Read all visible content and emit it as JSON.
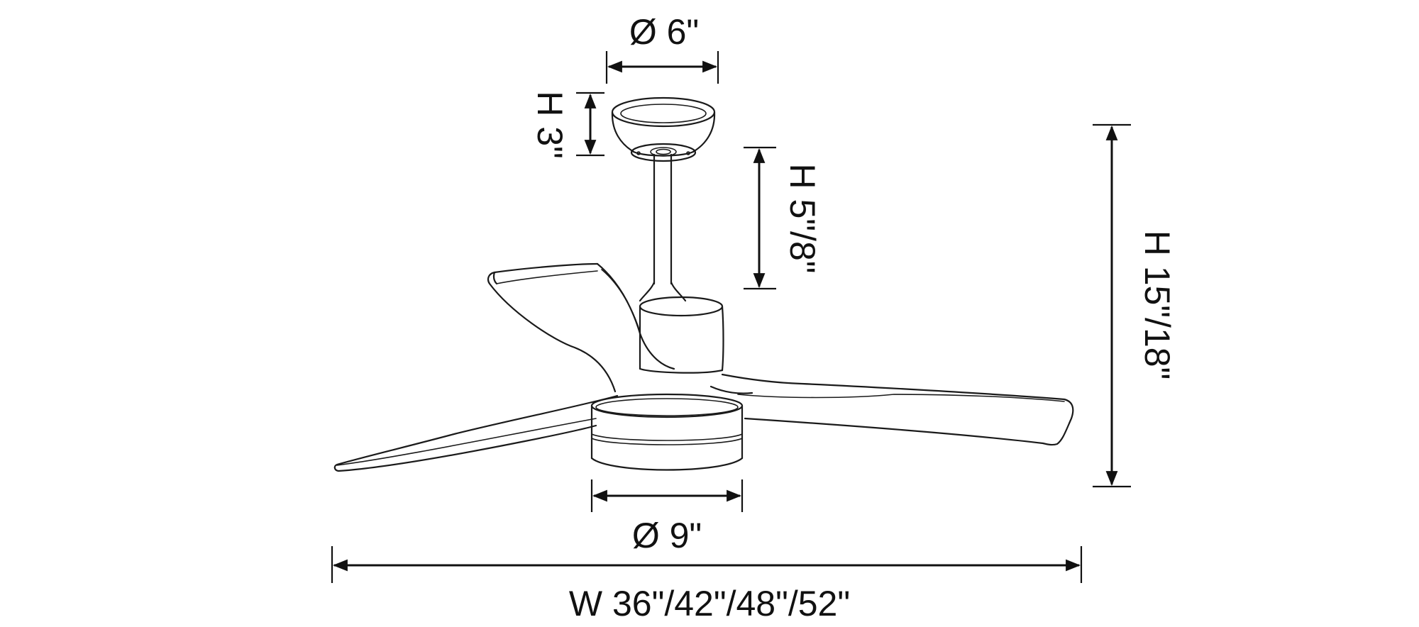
{
  "dimensions": {
    "canopy_diameter": "Ø 6\"",
    "canopy_height": "H 3\"",
    "downrod_height": "H 5\"/8\"",
    "total_height": "H 15\"/18\"",
    "light_diameter": "Ø 9\"",
    "blade_span": "W 36\"/42\"/48\"/52\""
  },
  "colors": {
    "line": "#1a1a1a",
    "background": "#ffffff"
  }
}
